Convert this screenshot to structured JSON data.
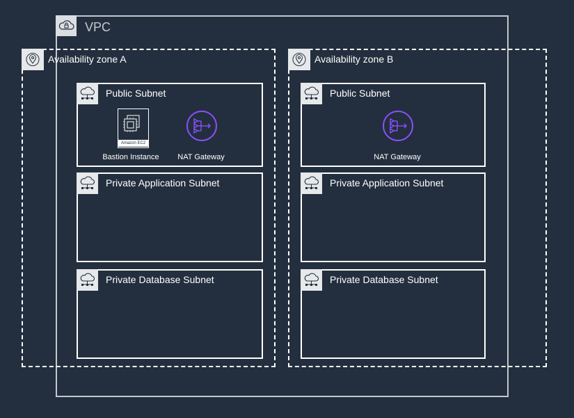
{
  "vpc": {
    "label": "VPC",
    "icon": "vpc-cloud-lock-icon"
  },
  "zones": [
    {
      "label": "Availability zone A",
      "icon": "location-pin-icon",
      "subnets": [
        {
          "label": "Public Subnet",
          "resources": [
            {
              "type": "ec2",
              "caption": "Amazon EC2",
              "label": "Bastion Instance"
            },
            {
              "type": "nat-gateway",
              "label": "NAT Gateway"
            }
          ]
        },
        {
          "label": "Private Application Subnet"
        },
        {
          "label": "Private Database Subnet"
        }
      ]
    },
    {
      "label": "Availability zone B",
      "icon": "location-pin-icon",
      "subnets": [
        {
          "label": "Public Subnet",
          "resources": [
            {
              "type": "nat-gateway",
              "label": "NAT Gateway"
            }
          ]
        },
        {
          "label": "Private Application Subnet"
        },
        {
          "label": "Private Database Subnet"
        }
      ]
    }
  ],
  "colors": {
    "background": "#232f3e",
    "vpc_border": "#c4c8cc",
    "zone_border": "#ffffff",
    "nat_gateway": "#8c4fff"
  }
}
